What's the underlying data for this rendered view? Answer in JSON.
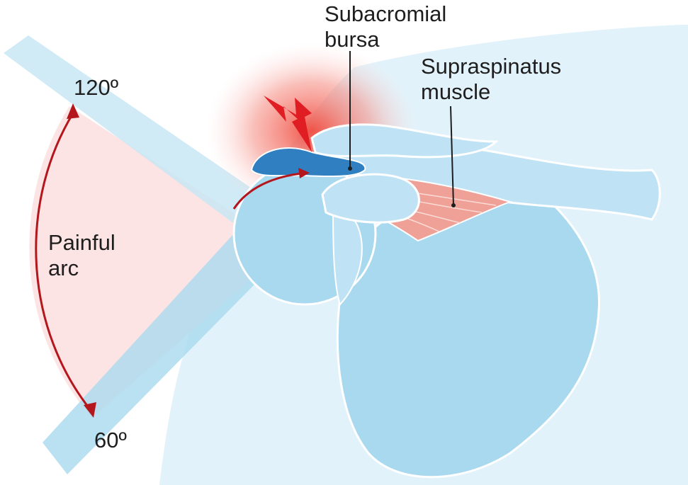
{
  "labels": {
    "bursa": [
      "Subacromial",
      "bursa"
    ],
    "supraspinatus": [
      "Supraspinatus",
      "muscle"
    ],
    "painful_arc": [
      "Painful",
      "arc"
    ],
    "angle_high": "120º",
    "angle_low": "60º"
  },
  "colors": {
    "bone": "#a9d9ef",
    "bone_light": "#c8e7f5",
    "background_body": "#e2f2fa",
    "bursa": "#2f7fc1",
    "muscle": "#f0a197",
    "arc_fill": "#fde3e3",
    "arc_arrow": "#b3171d",
    "pain_glow": "#f26a5c",
    "lightning": "#e11d24",
    "outline": "#ffffff",
    "text": "#1e1e1e"
  },
  "icons": {
    "pain": "lightning-bolt-icon"
  }
}
